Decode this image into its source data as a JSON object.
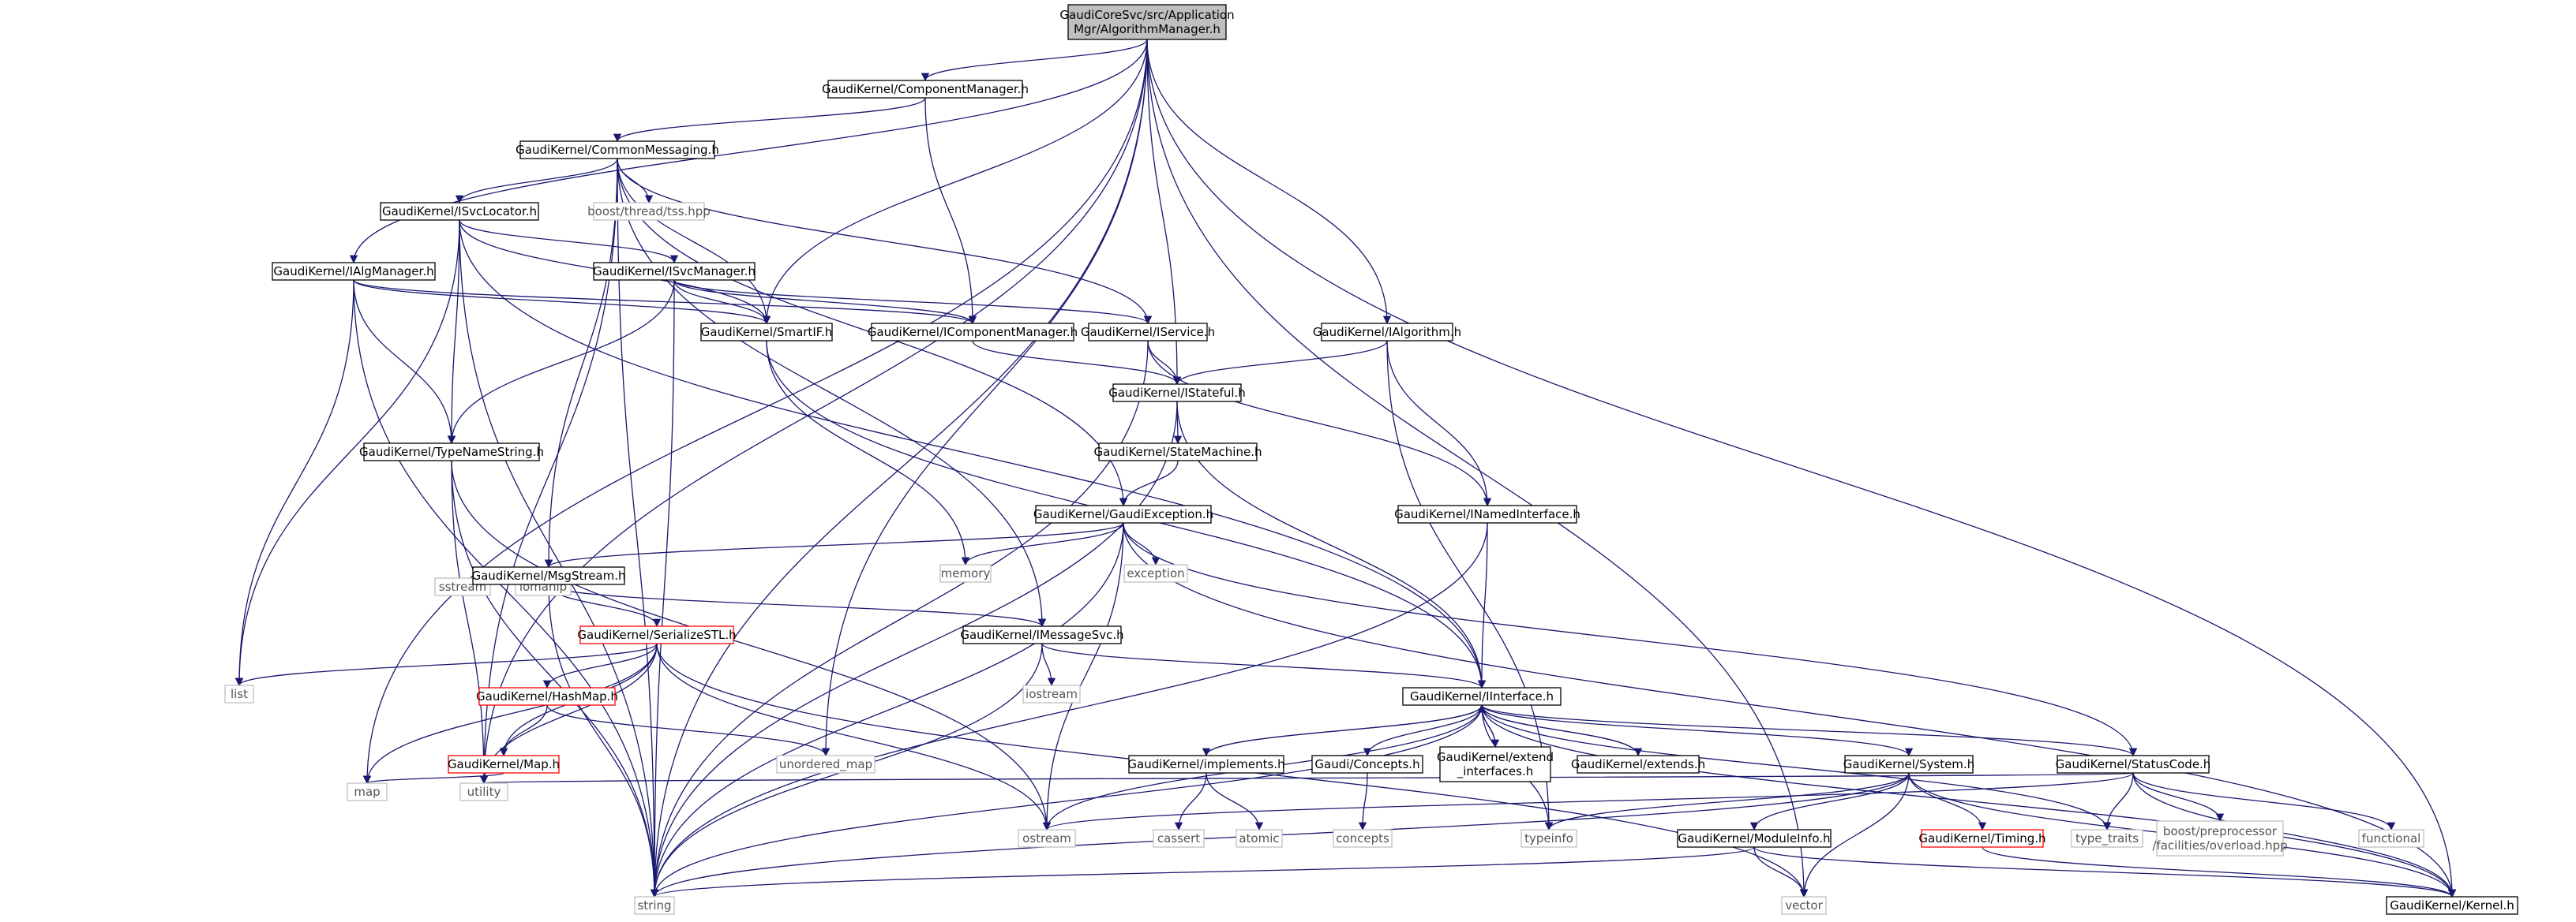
{
  "colors": {
    "edge": "#191970",
    "root_fill": "#bfbfbf",
    "node_border": "#000000",
    "system_border": "#bfbfbf",
    "truncated_border": "#ff0000",
    "text": "#000000",
    "system_text": "#555555"
  },
  "nodes": [
    {
      "id": "root",
      "lines": [
        "GaudiCoreSvc/src/Application",
        "Mgr/AlgorithmManager.h"
      ],
      "kind": "root"
    },
    {
      "id": "string",
      "lines": [
        "string"
      ],
      "kind": "system"
    },
    {
      "id": "map",
      "lines": [
        "map"
      ],
      "kind": "system"
    },
    {
      "id": "utility",
      "lines": [
        "utility"
      ],
      "kind": "system"
    },
    {
      "id": "list",
      "lines": [
        "list"
      ],
      "kind": "system"
    },
    {
      "id": "memory",
      "lines": [
        "memory"
      ],
      "kind": "system"
    },
    {
      "id": "exception",
      "lines": [
        "exception"
      ],
      "kind": "system"
    },
    {
      "id": "sstream",
      "lines": [
        "sstream"
      ],
      "kind": "system"
    },
    {
      "id": "iomanip",
      "lines": [
        "iomanip"
      ],
      "kind": "system"
    },
    {
      "id": "iostream",
      "lines": [
        "iostream"
      ],
      "kind": "system"
    },
    {
      "id": "unordered_map",
      "lines": [
        "unordered_map"
      ],
      "kind": "system"
    },
    {
      "id": "ostream",
      "lines": [
        "ostream"
      ],
      "kind": "system"
    },
    {
      "id": "cassert",
      "lines": [
        "cassert"
      ],
      "kind": "system"
    },
    {
      "id": "atomic",
      "lines": [
        "atomic"
      ],
      "kind": "system"
    },
    {
      "id": "concepts",
      "lines": [
        "concepts"
      ],
      "kind": "system"
    },
    {
      "id": "typeinfo",
      "lines": [
        "typeinfo"
      ],
      "kind": "system"
    },
    {
      "id": "vector",
      "lines": [
        "vector"
      ],
      "kind": "system"
    },
    {
      "id": "type_traits",
      "lines": [
        "type_traits"
      ],
      "kind": "system"
    },
    {
      "id": "boostpp",
      "lines": [
        "boost/preprocessor",
        "/facilities/overload.hpp"
      ],
      "kind": "system"
    },
    {
      "id": "functional",
      "lines": [
        "functional"
      ],
      "kind": "system"
    },
    {
      "id": "tss",
      "lines": [
        "boost/thread/tss.hpp"
      ],
      "kind": "system"
    },
    {
      "id": "ComponentManager",
      "lines": [
        "GaudiKernel/ComponentManager.h"
      ],
      "kind": "header"
    },
    {
      "id": "CommonMessaging",
      "lines": [
        "GaudiKernel/CommonMessaging.h"
      ],
      "kind": "header"
    },
    {
      "id": "ISvcLocator",
      "lines": [
        "GaudiKernel/ISvcLocator.h"
      ],
      "kind": "header"
    },
    {
      "id": "IAlgManager",
      "lines": [
        "GaudiKernel/IAlgManager.h"
      ],
      "kind": "header"
    },
    {
      "id": "ISvcManager",
      "lines": [
        "GaudiKernel/ISvcManager.h"
      ],
      "kind": "header"
    },
    {
      "id": "SmartIF",
      "lines": [
        "GaudiKernel/SmartIF.h"
      ],
      "kind": "header"
    },
    {
      "id": "IComponentManager",
      "lines": [
        "GaudiKernel/IComponentManager.h"
      ],
      "kind": "header"
    },
    {
      "id": "IService",
      "lines": [
        "GaudiKernel/IService.h"
      ],
      "kind": "header"
    },
    {
      "id": "IAlgorithm",
      "lines": [
        "GaudiKernel/IAlgorithm.h"
      ],
      "kind": "header"
    },
    {
      "id": "IStateful",
      "lines": [
        "GaudiKernel/IStateful.h"
      ],
      "kind": "header"
    },
    {
      "id": "TypeNameString",
      "lines": [
        "GaudiKernel/TypeNameString.h"
      ],
      "kind": "header"
    },
    {
      "id": "StateMachine",
      "lines": [
        "GaudiKernel/StateMachine.h"
      ],
      "kind": "header"
    },
    {
      "id": "GaudiException",
      "lines": [
        "GaudiKernel/GaudiException.h"
      ],
      "kind": "header"
    },
    {
      "id": "INamedInterface",
      "lines": [
        "GaudiKernel/INamedInterface.h"
      ],
      "kind": "header"
    },
    {
      "id": "MsgStream",
      "lines": [
        "GaudiKernel/MsgStream.h"
      ],
      "kind": "header"
    },
    {
      "id": "SerializeSTL",
      "lines": [
        "GaudiKernel/SerializeSTL.h"
      ],
      "kind": "truncated"
    },
    {
      "id": "IMessageSvc",
      "lines": [
        "GaudiKernel/IMessageSvc.h"
      ],
      "kind": "header"
    },
    {
      "id": "HashMap",
      "lines": [
        "GaudiKernel/HashMap.h"
      ],
      "kind": "truncated"
    },
    {
      "id": "MapH",
      "lines": [
        "GaudiKernel/Map.h"
      ],
      "kind": "truncated"
    },
    {
      "id": "IInterface",
      "lines": [
        "GaudiKernel/IInterface.h"
      ],
      "kind": "header"
    },
    {
      "id": "implements",
      "lines": [
        "GaudiKernel/implements.h"
      ],
      "kind": "header"
    },
    {
      "id": "Concepts",
      "lines": [
        "Gaudi/Concepts.h"
      ],
      "kind": "header"
    },
    {
      "id": "extend_interfaces",
      "lines": [
        "GaudiKernel/extend",
        "_interfaces.h"
      ],
      "kind": "header"
    },
    {
      "id": "extends",
      "lines": [
        "GaudiKernel/extends.h"
      ],
      "kind": "header"
    },
    {
      "id": "System",
      "lines": [
        "GaudiKernel/System.h"
      ],
      "kind": "header"
    },
    {
      "id": "StatusCode",
      "lines": [
        "GaudiKernel/StatusCode.h"
      ],
      "kind": "header"
    },
    {
      "id": "Timing",
      "lines": [
        "GaudiKernel/Timing.h"
      ],
      "kind": "truncated"
    },
    {
      "id": "ModuleInfo",
      "lines": [
        "GaudiKernel/ModuleInfo.h"
      ],
      "kind": "header"
    },
    {
      "id": "Kernel",
      "lines": [
        "GaudiKernel/Kernel.h"
      ],
      "kind": "header"
    }
  ],
  "edges": [
    [
      "root",
      "ComponentManager"
    ],
    [
      "root",
      "IAlgManager"
    ],
    [
      "root",
      "SmartIF"
    ],
    [
      "root",
      "IStateful"
    ],
    [
      "root",
      "IAlgorithm"
    ],
    [
      "root",
      "string"
    ],
    [
      "root",
      "map"
    ],
    [
      "root",
      "utility"
    ],
    [
      "root",
      "unordered_map"
    ],
    [
      "root",
      "vector"
    ],
    [
      "root",
      "Kernel"
    ],
    [
      "ComponentManager",
      "CommonMessaging"
    ],
    [
      "ComponentManager",
      "IComponentManager"
    ],
    [
      "CommonMessaging",
      "ISvcLocator"
    ],
    [
      "CommonMessaging",
      "tss"
    ],
    [
      "CommonMessaging",
      "SmartIF"
    ],
    [
      "CommonMessaging",
      "IService"
    ],
    [
      "CommonMessaging",
      "MsgStream"
    ],
    [
      "CommonMessaging",
      "IMessageSvc"
    ],
    [
      "CommonMessaging",
      "GaudiException"
    ],
    [
      "CommonMessaging",
      "string"
    ],
    [
      "CommonMessaging",
      "utility"
    ],
    [
      "ISvcLocator",
      "ISvcManager"
    ],
    [
      "ISvcLocator",
      "SmartIF"
    ],
    [
      "ISvcLocator",
      "TypeNameString"
    ],
    [
      "ISvcLocator",
      "IInterface"
    ],
    [
      "ISvcLocator",
      "list"
    ],
    [
      "ISvcLocator",
      "string"
    ],
    [
      "IAlgManager",
      "SmartIF"
    ],
    [
      "IAlgManager",
      "IComponentManager"
    ],
    [
      "IAlgManager",
      "TypeNameString"
    ],
    [
      "IAlgManager",
      "list"
    ],
    [
      "IAlgManager",
      "string"
    ],
    [
      "ISvcManager",
      "SmartIF"
    ],
    [
      "ISvcManager",
      "IComponentManager"
    ],
    [
      "ISvcManager",
      "IService"
    ],
    [
      "ISvcManager",
      "TypeNameString"
    ],
    [
      "ISvcManager",
      "string"
    ],
    [
      "SmartIF",
      "IInterface"
    ],
    [
      "SmartIF",
      "memory"
    ],
    [
      "IComponentManager",
      "IStateful"
    ],
    [
      "IService",
      "IStateful"
    ],
    [
      "IService",
      "INamedInterface"
    ],
    [
      "IService",
      "string"
    ],
    [
      "IAlgorithm",
      "IStateful"
    ],
    [
      "IAlgorithm",
      "INamedInterface"
    ],
    [
      "IAlgorithm",
      "typeinfo"
    ],
    [
      "IStateful",
      "StateMachine"
    ],
    [
      "IStateful",
      "IInterface"
    ],
    [
      "IStateful",
      "string"
    ],
    [
      "StateMachine",
      "GaudiException"
    ],
    [
      "TypeNameString",
      "string"
    ],
    [
      "TypeNameString",
      "utility"
    ],
    [
      "TypeNameString",
      "ostream"
    ],
    [
      "GaudiException",
      "MsgStream"
    ],
    [
      "GaudiException",
      "memory"
    ],
    [
      "GaudiException",
      "exception"
    ],
    [
      "GaudiException",
      "StatusCode"
    ],
    [
      "GaudiException",
      "Kernel"
    ],
    [
      "GaudiException",
      "string"
    ],
    [
      "GaudiException",
      "ostream"
    ],
    [
      "INamedInterface",
      "IInterface"
    ],
    [
      "INamedInterface",
      "string"
    ],
    [
      "MsgStream",
      "sstream"
    ],
    [
      "MsgStream",
      "iomanip"
    ],
    [
      "MsgStream",
      "SerializeSTL"
    ],
    [
      "MsgStream",
      "IMessageSvc"
    ],
    [
      "MsgStream",
      "string"
    ],
    [
      "SerializeSTL",
      "HashMap"
    ],
    [
      "SerializeSTL",
      "MapH"
    ],
    [
      "SerializeSTL",
      "list"
    ],
    [
      "SerializeSTL",
      "map"
    ],
    [
      "SerializeSTL",
      "utility"
    ],
    [
      "SerializeSTL",
      "ostream"
    ],
    [
      "SerializeSTL",
      "vector"
    ],
    [
      "HashMap",
      "MapH"
    ],
    [
      "HashMap",
      "unordered_map"
    ],
    [
      "MapH",
      "map"
    ],
    [
      "IMessageSvc",
      "IInterface"
    ],
    [
      "IMessageSvc",
      "iostream"
    ],
    [
      "IMessageSvc",
      "string"
    ],
    [
      "IInterface",
      "implements"
    ],
    [
      "IInterface",
      "Concepts"
    ],
    [
      "IInterface",
      "extend_interfaces"
    ],
    [
      "IInterface",
      "extends"
    ],
    [
      "IInterface",
      "System"
    ],
    [
      "IInterface",
      "StatusCode"
    ],
    [
      "IInterface",
      "Kernel"
    ],
    [
      "IInterface",
      "ostream"
    ],
    [
      "IInterface",
      "typeinfo"
    ],
    [
      "IInterface",
      "type_traits"
    ],
    [
      "IInterface",
      "string"
    ],
    [
      "implements",
      "IInterface"
    ],
    [
      "implements",
      "cassert"
    ],
    [
      "implements",
      "atomic"
    ],
    [
      "Concepts",
      "concepts"
    ],
    [
      "extend_interfaces",
      "IInterface"
    ],
    [
      "extends",
      "IInterface"
    ],
    [
      "System",
      "Timing"
    ],
    [
      "System",
      "ModuleInfo"
    ],
    [
      "System",
      "Kernel"
    ],
    [
      "System",
      "string"
    ],
    [
      "System",
      "vector"
    ],
    [
      "System",
      "typeinfo"
    ],
    [
      "StatusCode",
      "type_traits"
    ],
    [
      "StatusCode",
      "boostpp"
    ],
    [
      "StatusCode",
      "functional"
    ],
    [
      "StatusCode",
      "Kernel"
    ],
    [
      "StatusCode",
      "ostream"
    ],
    [
      "StatusCode",
      "utility"
    ],
    [
      "Timing",
      "Kernel"
    ],
    [
      "ModuleInfo",
      "Kernel"
    ],
    [
      "ModuleInfo",
      "string"
    ],
    [
      "ModuleInfo",
      "vector"
    ]
  ]
}
